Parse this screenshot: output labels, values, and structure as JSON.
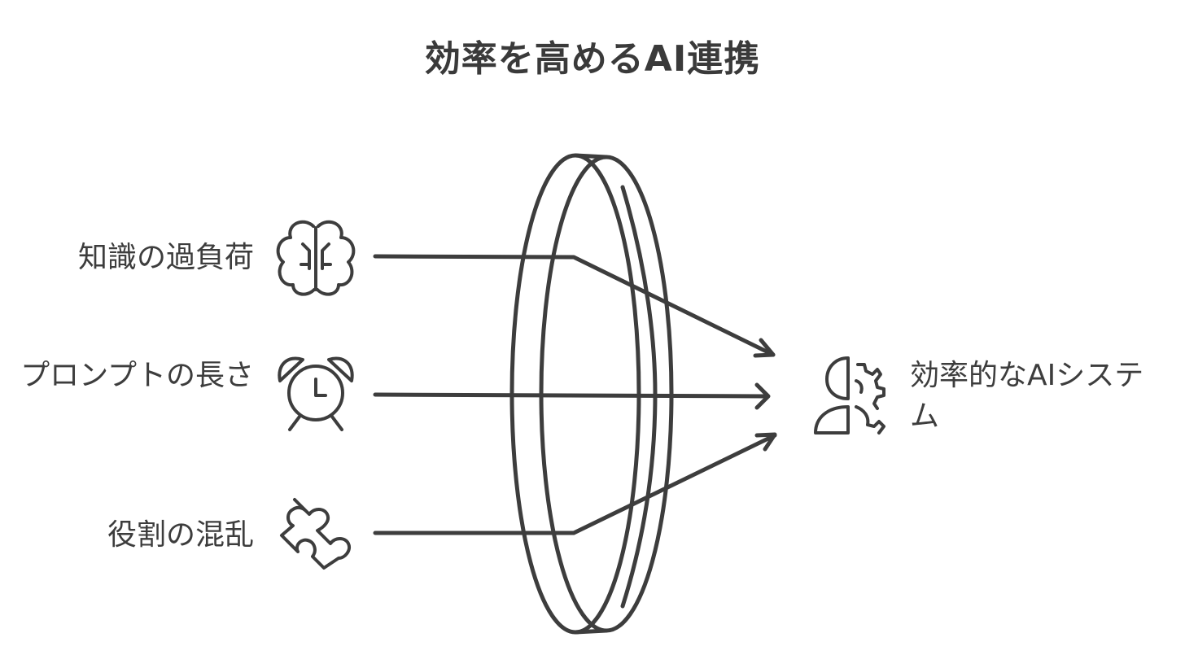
{
  "title": "効率を高めるAI連携",
  "inputs": [
    {
      "label": "知識の過負荷",
      "icon": "brain-icon"
    },
    {
      "label": "プロンプトの長さ",
      "icon": "alarm-clock-icon"
    },
    {
      "label": "役割の混乱",
      "icon": "puzzle-piece-icon"
    }
  ],
  "output": {
    "label": "効率的なAIシステム",
    "icon": "human-gear-icon"
  },
  "central_element": {
    "icon": "lens-icon"
  },
  "colors": {
    "stroke": "#3d3d3d",
    "background": "#ffffff"
  }
}
